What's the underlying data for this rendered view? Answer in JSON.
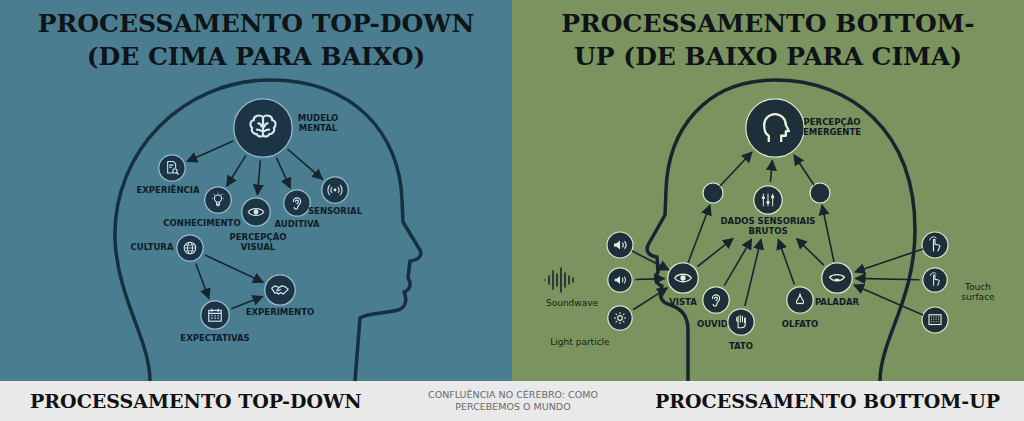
{
  "diagram": {
    "caption": "CONFLUÊNCIA NO CÉREBRO: COMO PERCEBEMOS O MUNDO",
    "nodes": [
      {
        "text": [
          "MUDELO MENTAL"
        ]
      },
      {
        "text": [
          "EXPERIÊNCIA"
        ]
      },
      {
        "text": [
          "CONHECIMENTO"
        ]
      },
      {
        "text": [
          "PERCEPÇÃO VISUAL"
        ]
      },
      {
        "text": [
          "AUDITIVA"
        ]
      },
      {
        "text": [
          "SENSORIAL"
        ]
      },
      {
        "text": [
          "CULTURA"
        ]
      },
      {
        "text": [
          "EXPERIMENTO"
        ]
      },
      {
        "text": [
          "EXPECTATIVAS"
        ]
      },
      {
        "text": [
          "PERCEPÇÃO EMERGENTE"
        ]
      },
      {
        "text": [
          "DADOS SENSORIAIS BRUTOS"
        ]
      },
      {
        "text": [
          "VISTA"
        ]
      },
      {
        "text": [
          "OUVIDO"
        ]
      },
      {
        "text": [
          "TATO"
        ]
      },
      {
        "text": [
          "OLFATO"
        ]
      },
      {
        "text": [
          "PALADAR"
        ]
      },
      {
        "text": [
          "Soundwave"
        ]
      },
      {
        "text": [
          "Light particle"
        ]
      },
      {
        "text": [
          "Touch surface"
        ]
      }
    ],
    "edges": [
      {
        "from": 0,
        "to": 1,
        "arrow": "to"
      },
      {
        "from": 0,
        "to": 2,
        "arrow": "to"
      },
      {
        "from": 0,
        "to": 3,
        "arrow": "to"
      },
      {
        "from": 0,
        "to": 4,
        "arrow": "to"
      },
      {
        "from": 0,
        "to": 5,
        "arrow": "to"
      },
      {
        "from": 6,
        "to": 7,
        "arrow": "to"
      },
      {
        "from": 8,
        "to": 7,
        "arrow": "to"
      },
      {
        "from": 6,
        "to": 8,
        "arrow": "to"
      },
      {
        "from": 11,
        "to": 10,
        "arrow": "to"
      },
      {
        "from": 12,
        "to": 10,
        "arrow": "to"
      },
      {
        "from": 13,
        "to": 10,
        "arrow": "to"
      },
      {
        "from": 14,
        "to": 10,
        "arrow": "to"
      },
      {
        "from": 15,
        "to": 10,
        "arrow": "to"
      },
      {
        "from": 10,
        "to": 9,
        "arrow": "to"
      },
      {
        "from": 16,
        "to": 11,
        "arrow": "to"
      },
      {
        "from": 17,
        "to": 11,
        "arrow": "to"
      },
      {
        "from": 18,
        "to": 15,
        "arrow": "to"
      }
    ],
    "labels": [
      "PROCESSAMENTO TOP-DOWN (DE CIMA PARA BAIXO)",
      "PROCESSAMENTO BOTTOM-UP (DE BAIXO PARA CIMA)",
      "PROCESSAMENTO TOP-DOWN",
      "PROCESSAMENTO BOTTOM-UP"
    ]
  }
}
